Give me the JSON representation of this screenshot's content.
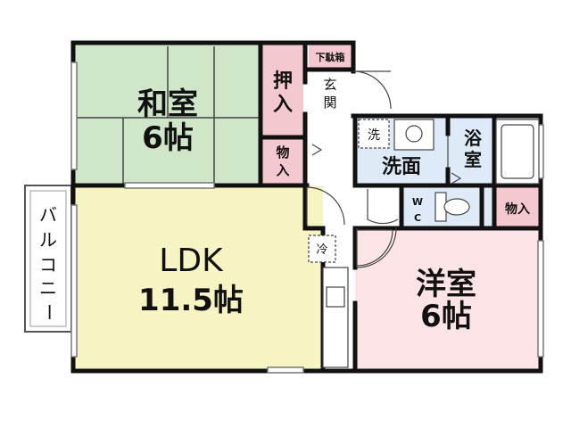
{
  "colors": {
    "tatami": "#cfe6c9",
    "ldk": "#f7f4c4",
    "western": "#fbe3e6",
    "wet": "#dfeaf8",
    "storage": "#f3c8cf",
    "wall": "#111111"
  },
  "rooms": {
    "washitsu": {
      "name": "和室",
      "size": "6帖"
    },
    "ldk": {
      "name": "LDK",
      "size": "11.5帖"
    },
    "youshitsu": {
      "name": "洋室",
      "size": "6帖"
    },
    "oshiire": {
      "label_1": "押",
      "label_2": "入"
    },
    "mono1": {
      "label_1": "物",
      "label_2": "入"
    },
    "mono2": {
      "label": "物入"
    },
    "getabako": {
      "label": "下駄箱"
    },
    "genkan": {
      "label_1": "玄",
      "label_2": "関"
    },
    "washroom": {
      "label": "洗面"
    },
    "bath": {
      "label_1": "浴",
      "label_2": "室"
    },
    "wc": {
      "label_1": "W",
      "label_2": "C"
    },
    "washer": {
      "label": "洗"
    },
    "fridge": {
      "label": "冷"
    }
  },
  "balcony": {
    "chars": [
      "バ",
      "ル",
      "コ",
      "ニ",
      "ー"
    ]
  }
}
